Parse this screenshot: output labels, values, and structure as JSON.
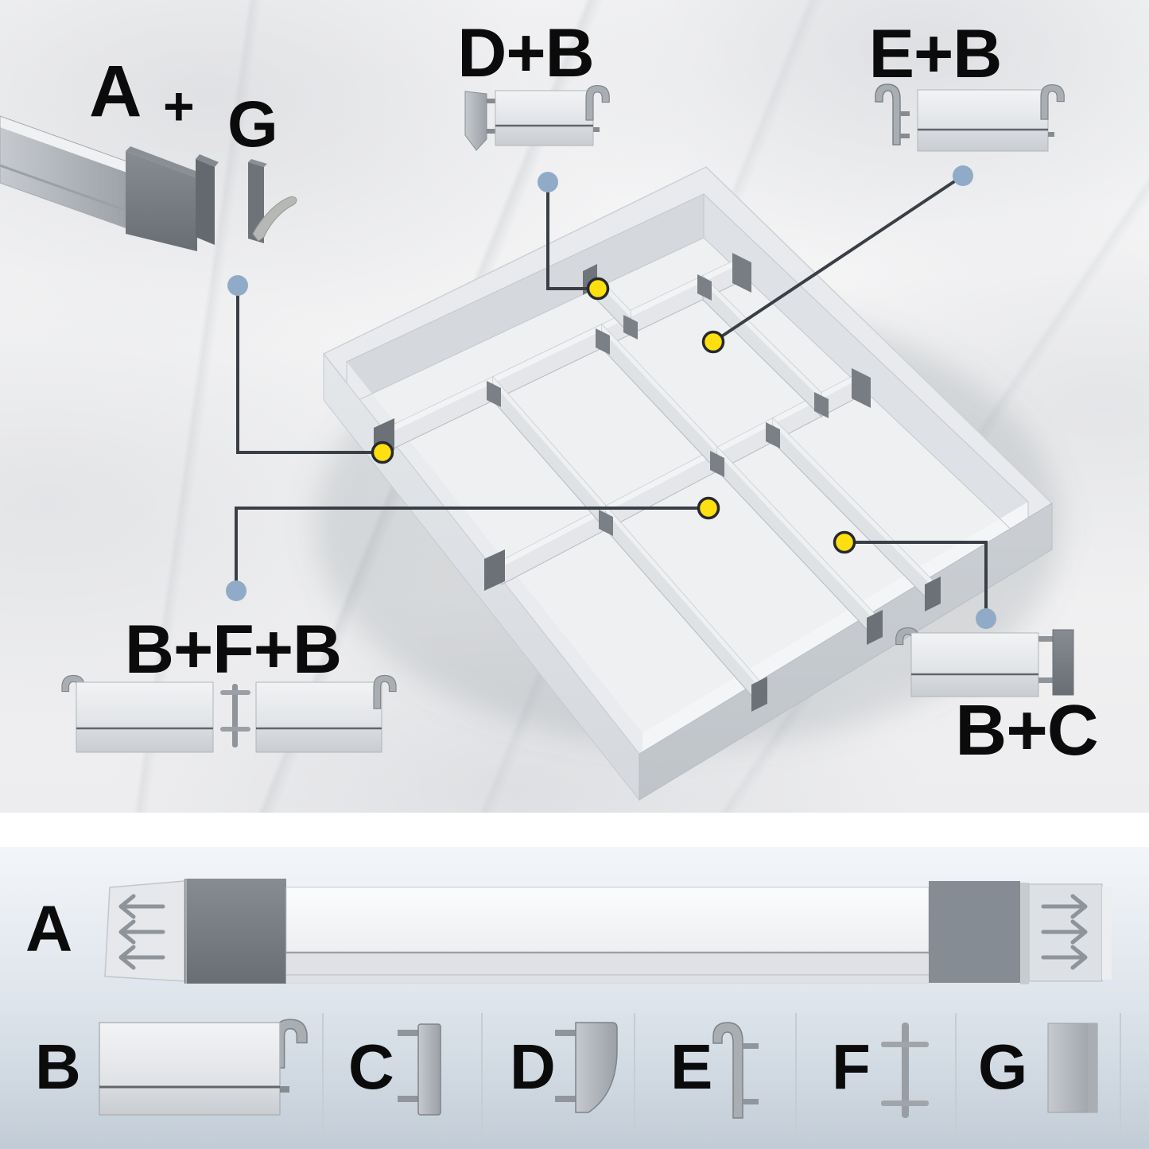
{
  "scene": {
    "description": "drawer-divider-assembly-diagram",
    "callouts": [
      {
        "id": "a-plus-g",
        "label_parts": [
          "A",
          "+",
          "G"
        ],
        "icon": "rail-with-end-cap-and-adhesive-pad"
      },
      {
        "id": "d-plus-b",
        "label": "D+B",
        "icon": "wedge-clamp-with-divider"
      },
      {
        "id": "e-plus-b",
        "label": "E+B",
        "icon": "hook-clamp-with-divider"
      },
      {
        "id": "b-plus-f-plus-b",
        "label": "B+F+B",
        "icon": "two-dividers-with-pin-connector"
      },
      {
        "id": "b-plus-c",
        "label": "B+C",
        "icon": "divider-with-end-clamp"
      }
    ]
  },
  "legend": {
    "rail": {
      "letter": "A",
      "icon": "expandable-rail-with-arrows"
    },
    "parts": [
      {
        "letter": "B",
        "icon": "divider-panel-with-hook"
      },
      {
        "letter": "C",
        "icon": "flat-end-clamp"
      },
      {
        "letter": "D",
        "icon": "wedge-end-clamp"
      },
      {
        "letter": "E",
        "icon": "hook-clamp"
      },
      {
        "letter": "F",
        "icon": "pin-connector"
      },
      {
        "letter": "G",
        "icon": "end-pad"
      }
    ]
  },
  "colors": {
    "accent_yellow": "#ffdf10",
    "callout_blue": "#90abc7",
    "line": "#3a3f45",
    "label_text": "#0b0b0c",
    "metal_dark": "#6c7177",
    "metal_light": "#e4e6e9"
  }
}
